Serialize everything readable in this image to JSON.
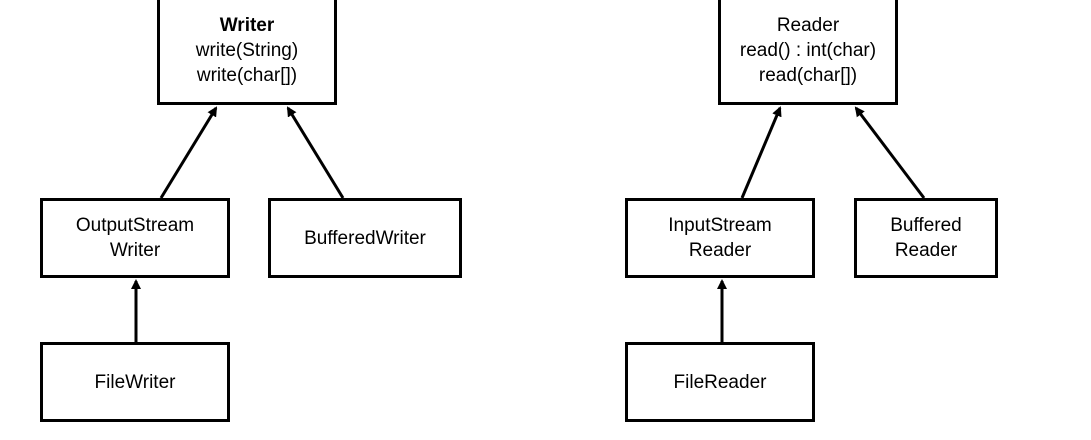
{
  "writer": {
    "title": "Writer",
    "methods": [
      "write(String)",
      "write(char[])"
    ]
  },
  "reader": {
    "title": "Reader",
    "methods": [
      "read() : int(char)",
      "read(char[])"
    ]
  },
  "output_stream_writer": {
    "lines": [
      "OutputStream",
      "Writer"
    ]
  },
  "buffered_writer": {
    "lines": [
      "BufferedWriter"
    ]
  },
  "input_stream_reader": {
    "lines": [
      "InputStream",
      "Reader"
    ]
  },
  "buffered_reader": {
    "lines": [
      "Buffered",
      "Reader"
    ]
  },
  "file_writer": {
    "lines": [
      "FileWriter"
    ]
  },
  "file_reader": {
    "lines": [
      "FileReader"
    ]
  },
  "colors": {
    "stroke": "#000000",
    "background": "#ffffff"
  }
}
